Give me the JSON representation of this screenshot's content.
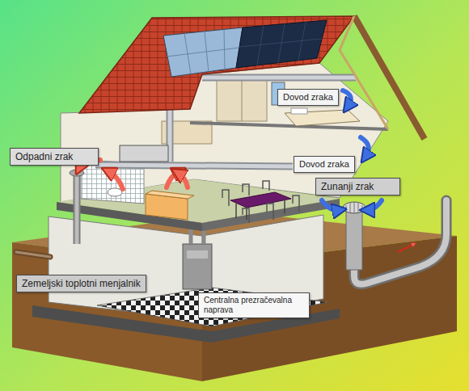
{
  "diagram": {
    "nodes": [
      {
        "text": [
          "Dovod zraka"
        ]
      },
      {
        "text": [
          "Odpadni zrak"
        ]
      },
      {
        "text": [
          "Dovod zraka"
        ]
      },
      {
        "text": [
          "Zunanji zrak"
        ]
      },
      {
        "text": [
          "Zemeljski toplotni menjalnik"
        ]
      },
      {
        "text": [
          "Centralna prezračevalna naprava"
        ]
      }
    ]
  }
}
